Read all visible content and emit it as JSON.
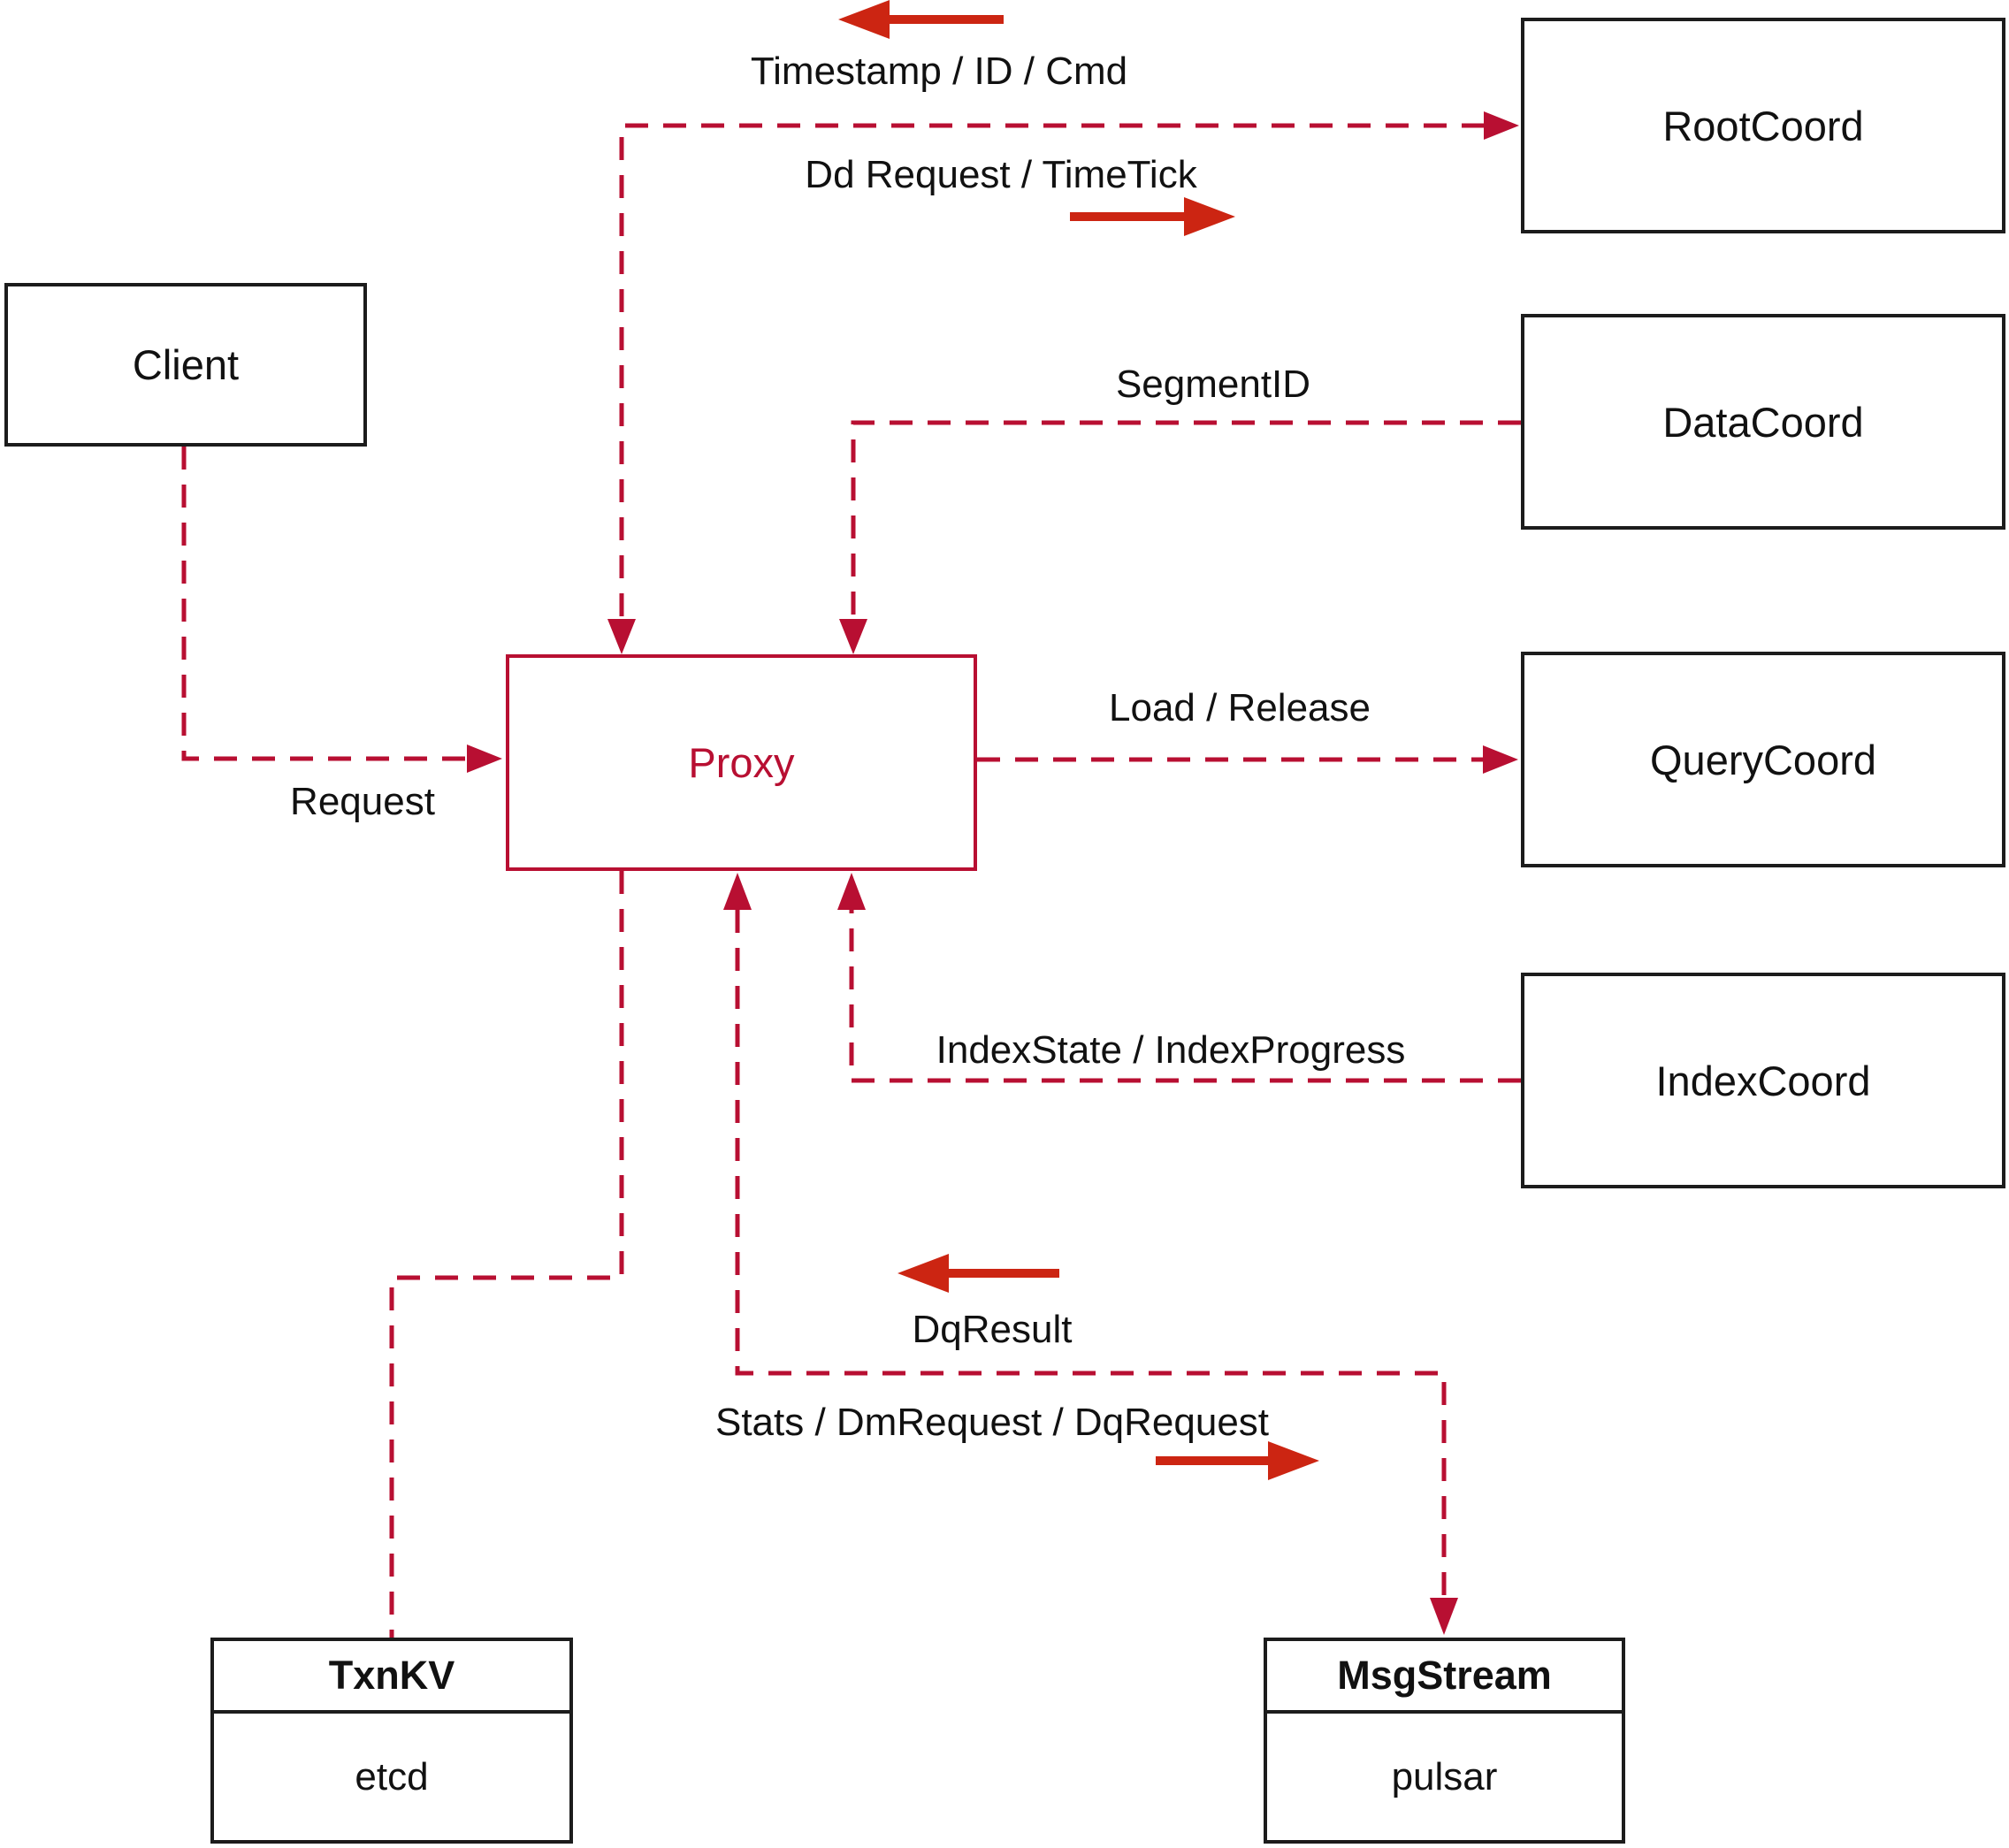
{
  "diagram": {
    "nodes": {
      "client": {
        "label": "Client"
      },
      "proxy": {
        "label": "Proxy"
      },
      "rootcoord": {
        "label": "RootCoord"
      },
      "datacoord": {
        "label": "DataCoord"
      },
      "querycoord": {
        "label": "QueryCoord"
      },
      "indexcoord": {
        "label": "IndexCoord"
      },
      "txnkv": {
        "title": "TxnKV",
        "subtitle": "etcd"
      },
      "msgstream": {
        "title": "MsgStream",
        "subtitle": "pulsar"
      }
    },
    "edge_labels": {
      "timestamp_id_cmd": "Timestamp / ID / Cmd",
      "dd_request_timetick": "Dd Request / TimeTick",
      "segment_id": "SegmentID",
      "request": "Request",
      "load_release": "Load / Release",
      "indexstate_indexprogress": "IndexState / IndexProgress",
      "dq_result": "DqResult",
      "stats_dm_dq": "Stats / DmRequest / DqRequest"
    },
    "colors": {
      "dashed_line": "#b80f32",
      "solid_arrow": "#cc2512",
      "box_border": "#1c1c1c",
      "proxy_accent": "#b80f32",
      "text": "#111111",
      "background": "#ffffff"
    }
  }
}
